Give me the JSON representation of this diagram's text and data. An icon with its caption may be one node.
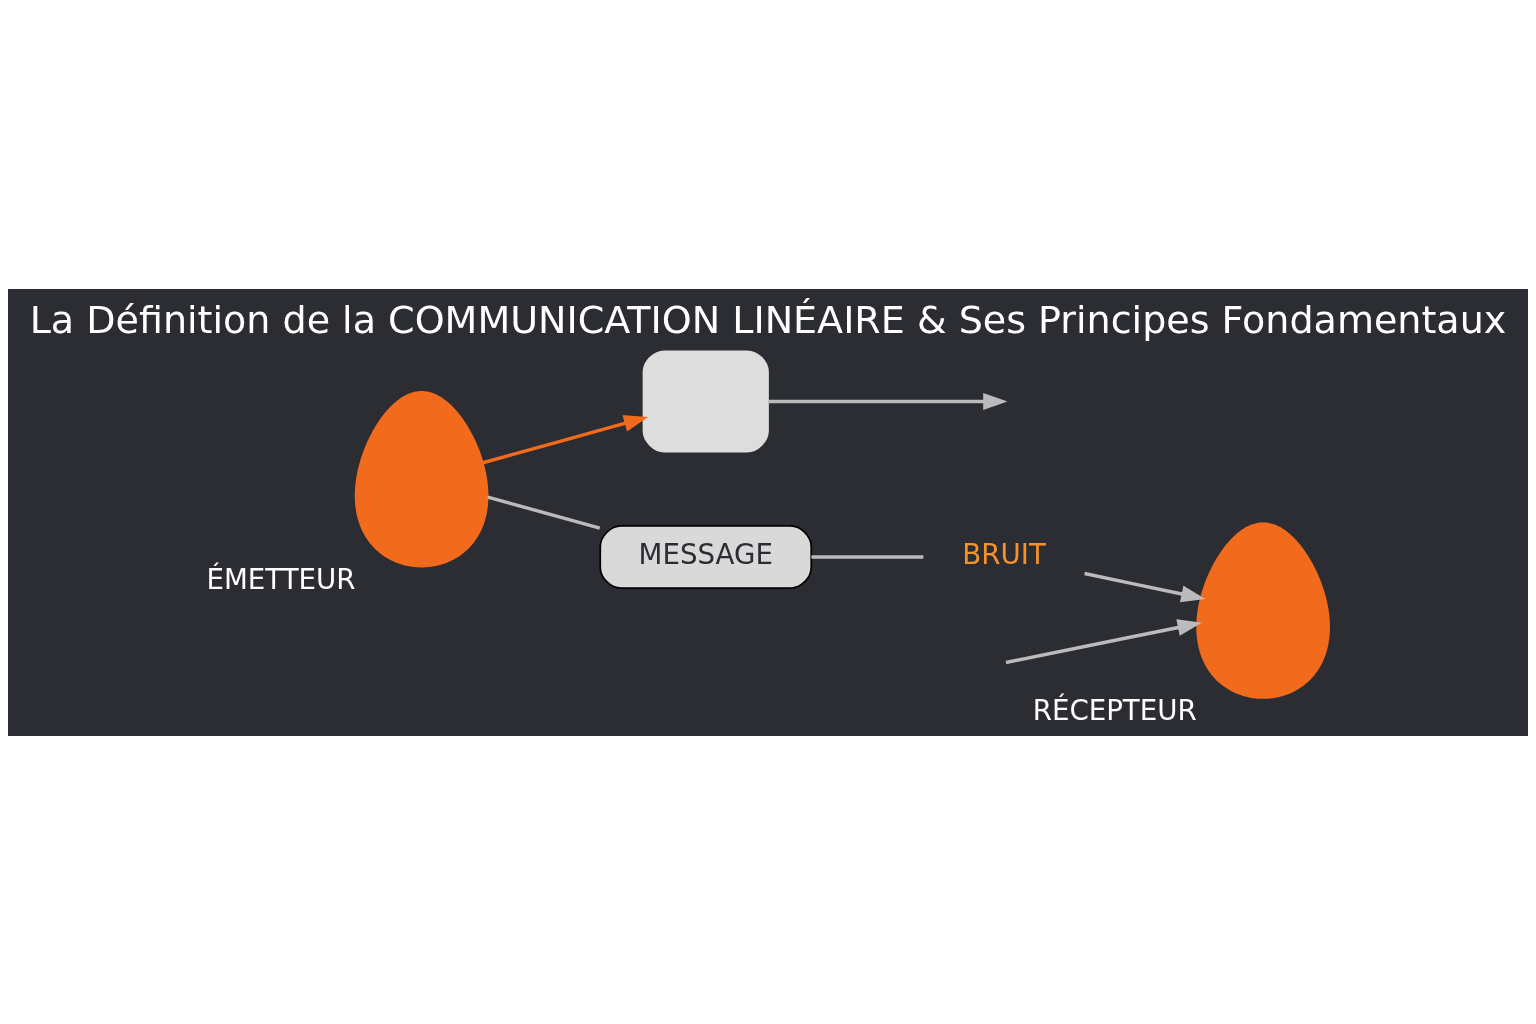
{
  "diagram": {
    "title": "La Définition de la COMMUNICATION LINÉAIRE & Ses Principes Fondamentaux",
    "nodes": [
      {
        "text": [],
        "shape": "person",
        "beside": [
          "ÉMETTEUR"
        ]
      },
      {
        "text": [],
        "shape": "box"
      },
      {
        "text": [
          "MESSAGE"
        ]
      },
      {
        "text": [
          "BRUIT"
        ]
      },
      {
        "text": [],
        "shape": "person",
        "beside": [
          "RÉCEPTEUR"
        ]
      }
    ],
    "edges": [
      {
        "from": 0,
        "to": 1,
        "arrow": "to",
        "color": "#f26b1d"
      },
      {
        "from": 1,
        "to": null,
        "arrow": "to"
      },
      {
        "from": null,
        "to": 4,
        "arrow": "to"
      },
      {
        "from": 0,
        "to": 2,
        "arrow": "none"
      },
      {
        "from": 2,
        "to": 3,
        "arrow": "none"
      },
      {
        "from": 3,
        "to": 4,
        "arrow": "to"
      }
    ]
  }
}
